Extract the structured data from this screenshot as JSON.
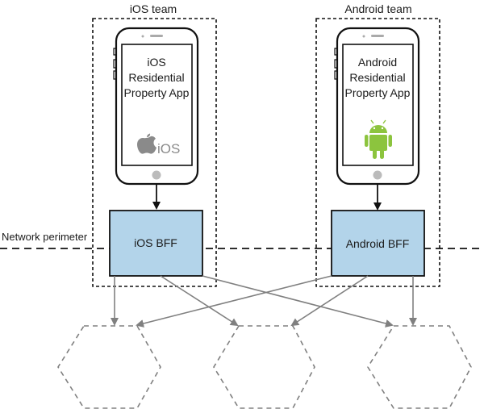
{
  "diagram": {
    "teams": [
      {
        "label": "iOS team",
        "app_lines": [
          "iOS",
          "Residential",
          "Property App"
        ],
        "platform_icon": "apple-logo-icon",
        "platform_word": "iOS",
        "bff_label": "iOS BFF"
      },
      {
        "label": "Android team",
        "app_lines": [
          "Android",
          "Residential",
          "Property App"
        ],
        "platform_icon": "android-robot-icon",
        "bff_label": "Android BFF"
      }
    ],
    "network_perimeter_label": "Network perimeter",
    "downstream_services_count": 3,
    "colors": {
      "bff_fill": "#B3D4EA",
      "android_green": "#8CC43E",
      "apple_gray": "#8a8a8a",
      "connector_gray": "#808080"
    }
  }
}
